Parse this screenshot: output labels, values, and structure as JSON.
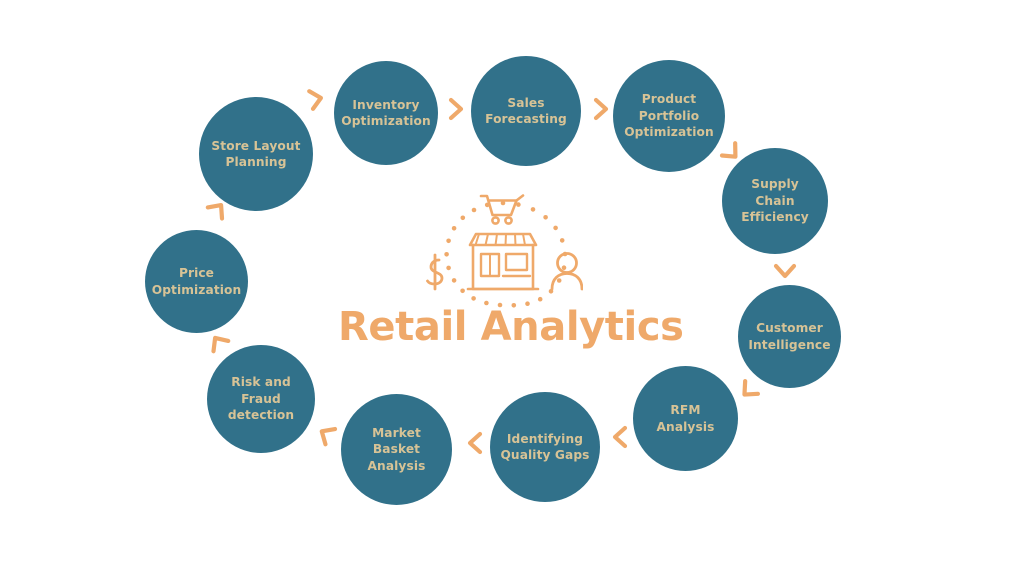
{
  "center": {
    "title": "Retail Analytics",
    "icon": "storefront-shopping-icon",
    "icon_parts": [
      "shopping-cart-icon",
      "storefront-icon",
      "dollar-sign-icon",
      "customer-person-icon",
      "dotted-circle"
    ],
    "title_color": "#efa96a"
  },
  "theme": {
    "background": "#ffffff",
    "node_fill": "#31718a",
    "node_text": "#d7c396",
    "accent": "#efa96a"
  },
  "nodes": [
    {
      "id": "store-layout-planning",
      "label": "Store Layout\nPlanning"
    },
    {
      "id": "inventory-optimization",
      "label": "Inventory\nOptimization"
    },
    {
      "id": "sales-forecasting",
      "label": "Sales\nForecasting"
    },
    {
      "id": "product-portfolio-optimization",
      "label": "Product\nPortfolio\nOptimization"
    },
    {
      "id": "supply-chain-efficiency",
      "label": "Supply Chain\nEfficiency"
    },
    {
      "id": "customer-intelligence",
      "label": "Customer\nIntelligence"
    },
    {
      "id": "rfm-analysis",
      "label": "RFM\nAnalysis"
    },
    {
      "id": "identifying-quality-gaps",
      "label": "Identifying\nQuality Gaps"
    },
    {
      "id": "market-basket-analysis",
      "label": "Market Basket\nAnalysis"
    },
    {
      "id": "risk-and-fraud-detection",
      "label": "Risk and Fraud\ndetection"
    },
    {
      "id": "price-optimization",
      "label": "Price\nOptimization"
    }
  ],
  "connectors": [
    {
      "id": "arrow-store-layout-to-inventory",
      "from": "store-layout-planning",
      "to": "inventory-optimization"
    },
    {
      "id": "arrow-inventory-to-sales",
      "from": "inventory-optimization",
      "to": "sales-forecasting"
    },
    {
      "id": "arrow-sales-to-product-portfolio",
      "from": "sales-forecasting",
      "to": "product-portfolio-optimization"
    },
    {
      "id": "arrow-product-portfolio-to-supply-chain",
      "from": "product-portfolio-optimization",
      "to": "supply-chain-efficiency"
    },
    {
      "id": "arrow-supply-chain-to-customer",
      "from": "supply-chain-efficiency",
      "to": "customer-intelligence"
    },
    {
      "id": "arrow-customer-to-rfm",
      "from": "customer-intelligence",
      "to": "rfm-analysis"
    },
    {
      "id": "arrow-rfm-to-identifying-quality-gaps",
      "from": "rfm-analysis",
      "to": "identifying-quality-gaps"
    },
    {
      "id": "arrow-identifying-to-market-basket",
      "from": "identifying-quality-gaps",
      "to": "market-basket-analysis"
    },
    {
      "id": "arrow-market-basket-to-risk-fraud",
      "from": "market-basket-analysis",
      "to": "risk-and-fraud-detection"
    },
    {
      "id": "arrow-risk-fraud-to-price",
      "from": "risk-and-fraud-detection",
      "to": "price-optimization"
    },
    {
      "id": "arrow-price-to-store-layout",
      "from": "price-optimization",
      "to": "store-layout-planning"
    }
  ]
}
